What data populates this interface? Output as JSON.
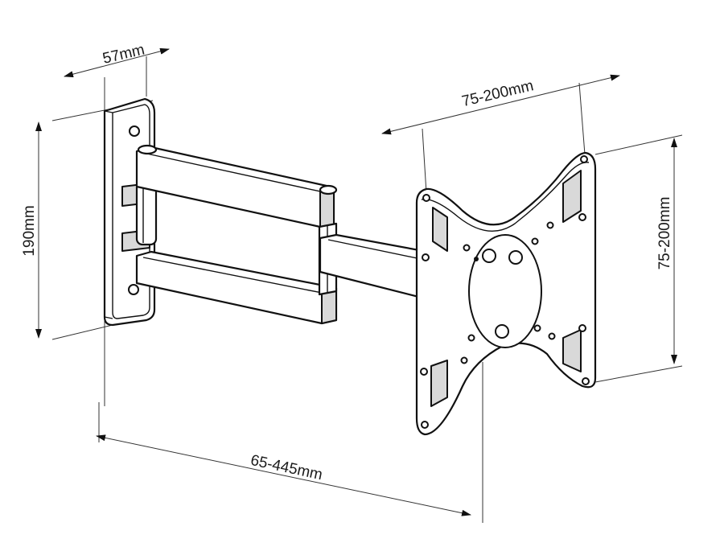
{
  "dimensions": {
    "plate_depth": "57mm",
    "plate_height": "190mm",
    "vesa_width": "75-200mm",
    "vesa_height": "75-200mm",
    "extension": "65-445mm"
  },
  "colors": {
    "line": "#111111",
    "shade": "#d9d9d9",
    "background": "#ffffff"
  }
}
